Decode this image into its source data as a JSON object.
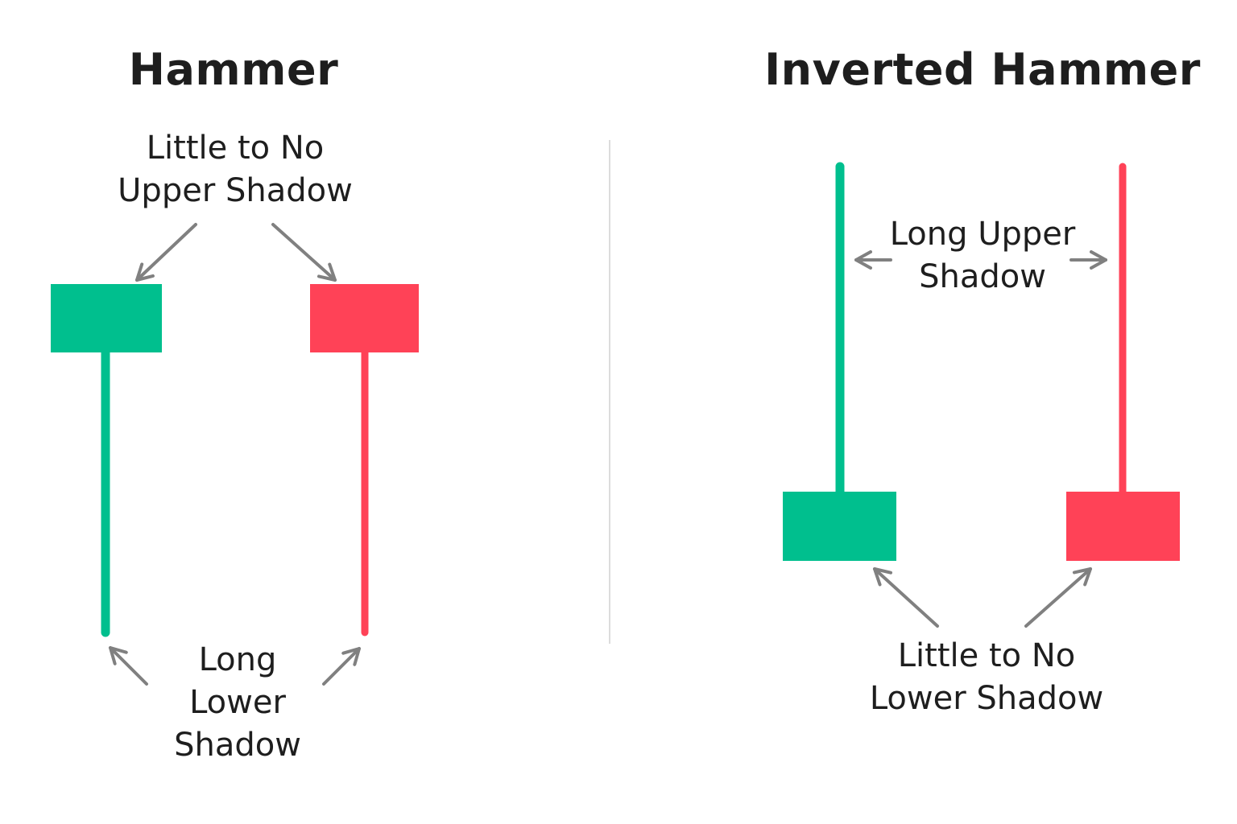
{
  "titles": {
    "left": "Hammer",
    "right": "Inverted Hammer"
  },
  "labels": {
    "upper_shadow": [
      "Little to No",
      "Upper Shadow"
    ],
    "long_lower": [
      "Long",
      "Lower",
      "Shadow"
    ],
    "long_upper": [
      "Long Upper",
      "Shadow"
    ],
    "no_lower": [
      "Little to No",
      "Lower Shadow"
    ]
  },
  "colors": {
    "bullish": "#00BF8E",
    "bearish": "#FF4257",
    "arrow": "#808080",
    "divider": "#d0d0d0"
  },
  "icons": [
    "arrow-icon"
  ]
}
